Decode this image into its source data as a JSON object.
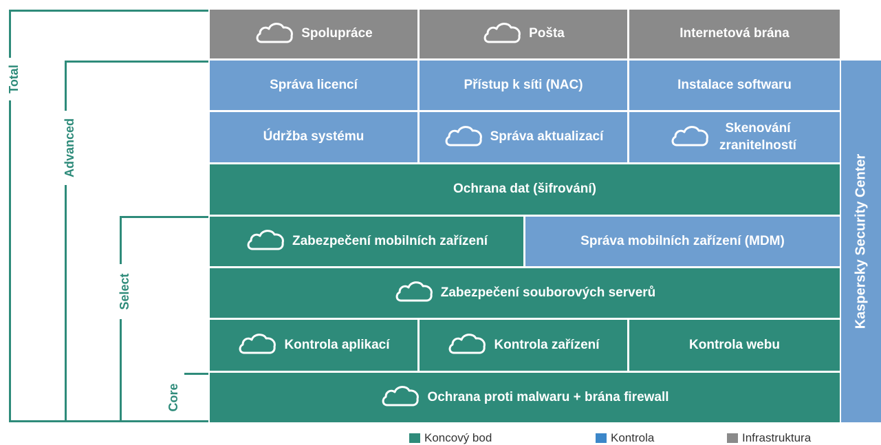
{
  "tiers": {
    "total": "Total",
    "advanced": "Advanced",
    "select": "Select",
    "core": "Core"
  },
  "side_panel": "Kaspersky Security Center",
  "rows": {
    "infrastructure": [
      "Spolupráce",
      "Pošta",
      "Internetová brána"
    ],
    "control_1": [
      "Správa licencí",
      "Přístup k síti (NAC)",
      "Instalace softwaru"
    ],
    "control_2": [
      "Údržba systému",
      "Správa aktualizací",
      "Skenování zranitelností"
    ],
    "encryption": "Ochrana dat (šifrování)",
    "mobile": [
      "Zabezpečení mobilních zařízení",
      "Správa mobilních zařízení (MDM)"
    ],
    "file_servers": "Zabezpečení souborových serverů",
    "controls": [
      "Kontrola aplikací",
      "Kontrola zařízení",
      "Kontrola webu"
    ],
    "core": "Ochrana proti malwaru + brána firewall"
  },
  "legend": [
    {
      "label": "Koncový bod",
      "color": "#2e8b7a"
    },
    {
      "label": "Kontrola",
      "color": "#6e9ed0"
    },
    {
      "label": "Infrastruktura",
      "color": "#8a8a8a"
    }
  ],
  "colors": {
    "endpoint": "#2e8b7a",
    "control": "#6e9ed0",
    "infrastructure": "#8a8a8a"
  }
}
